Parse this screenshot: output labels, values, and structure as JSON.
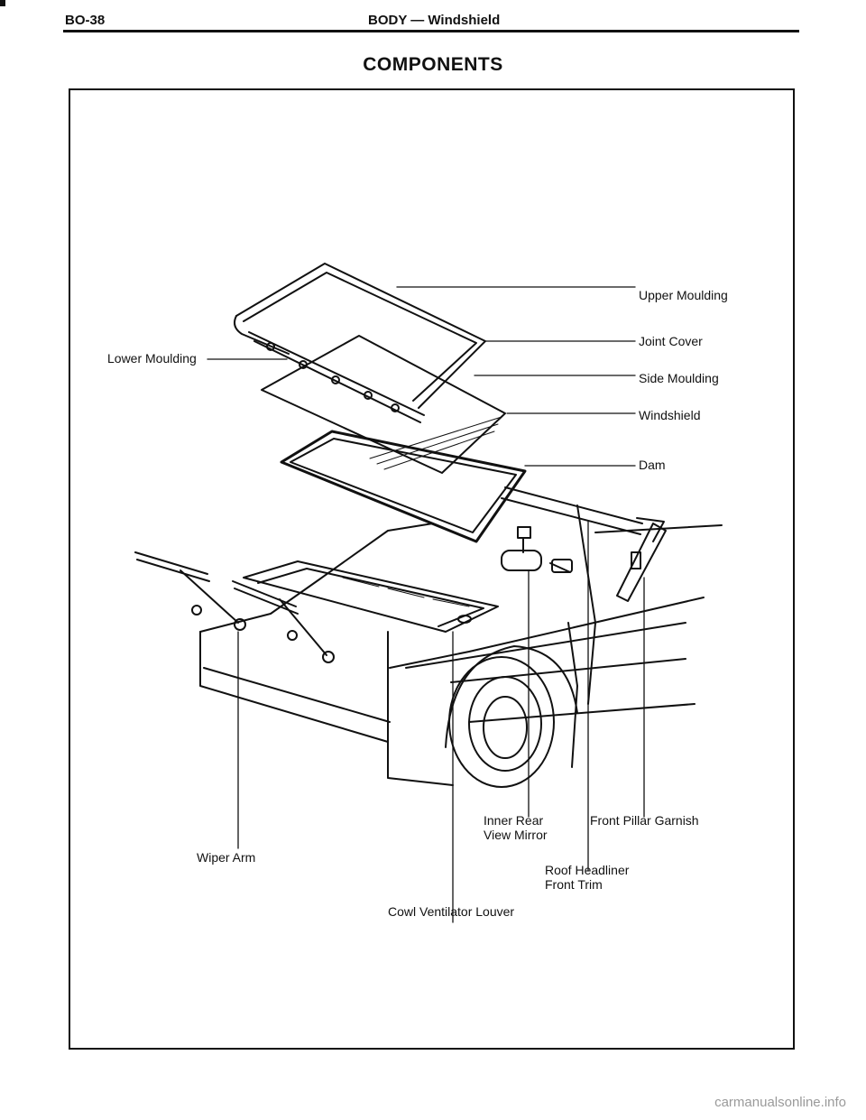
{
  "header": {
    "page_number": "BO-38",
    "section_title": "BODY — Windshield"
  },
  "figure": {
    "title": "COMPONENTS",
    "labels": {
      "upper_moulding": "Upper Moulding",
      "joint_cover": "Joint Cover",
      "lower_moulding": "Lower Moulding",
      "side_moulding": "Side Moulding",
      "windshield": "Windshield",
      "dam": "Dam",
      "inner_rear_view_mirror_1": "Inner Rear",
      "inner_rear_view_mirror_2": "View Mirror",
      "front_pillar_garnish": "Front Pillar Garnish",
      "wiper_arm": "Wiper Arm",
      "roof_headliner_front_trim_1": "Roof Headliner",
      "roof_headliner_front_trim_2": "Front Trim",
      "cowl_ventilator_louver": "Cowl Ventilator Louver"
    }
  },
  "footer": {
    "watermark": "carmanualsonline.info"
  }
}
